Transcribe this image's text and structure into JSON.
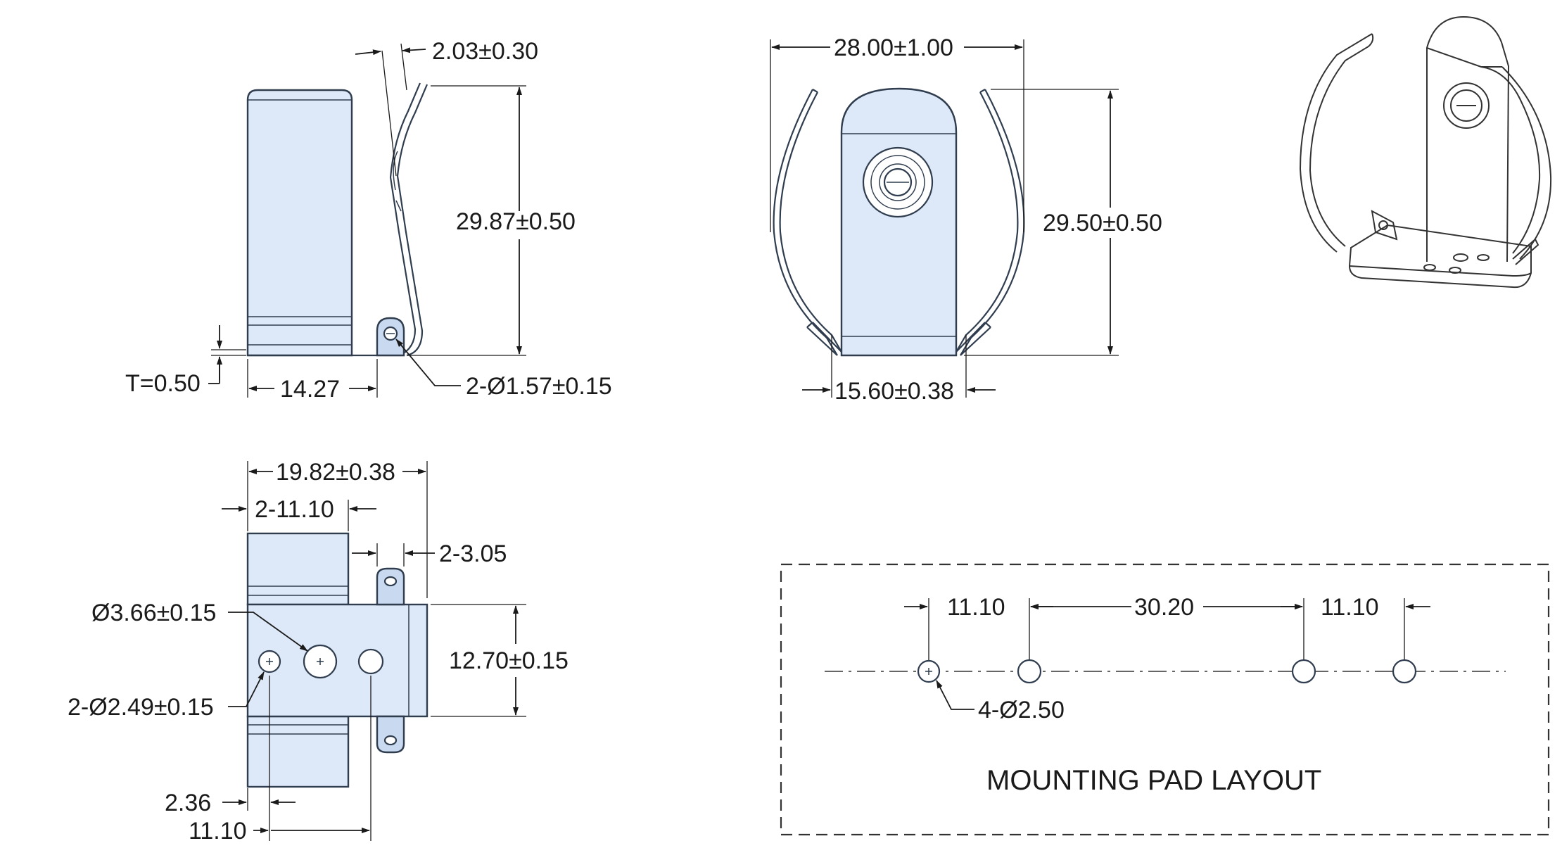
{
  "dimensions": {
    "side_tab_gap": "2.03±0.30",
    "side_height": "29.87±0.50",
    "thickness": "T=0.50",
    "side_base": "14.27",
    "side_holes": "2-Ø1.57±0.15",
    "front_width": "28.00±1.00",
    "front_height": "29.50±0.50",
    "front_base": "15.60±0.38",
    "bottom_width": "19.82±0.38",
    "bottom_tab": "2-11.10",
    "bottom_ear": "2-3.05",
    "bottom_center_hole": "Ø3.66±0.15",
    "bottom_height": "12.70±0.15",
    "bottom_small_holes": "2-Ø2.49±0.15",
    "bottom_offset": "2.36",
    "bottom_pitch": "11.10"
  },
  "pad_layout": {
    "title": "MOUNTING PAD LAYOUT",
    "spacing_left": "11.10",
    "spacing_middle": "30.20",
    "spacing_right": "11.10",
    "hole_callout": "4-Ø2.50"
  },
  "colors": {
    "part_fill": "#dde9f8",
    "part_outline": "#2f3d4f",
    "dimension_line": "#1a1a1a"
  }
}
